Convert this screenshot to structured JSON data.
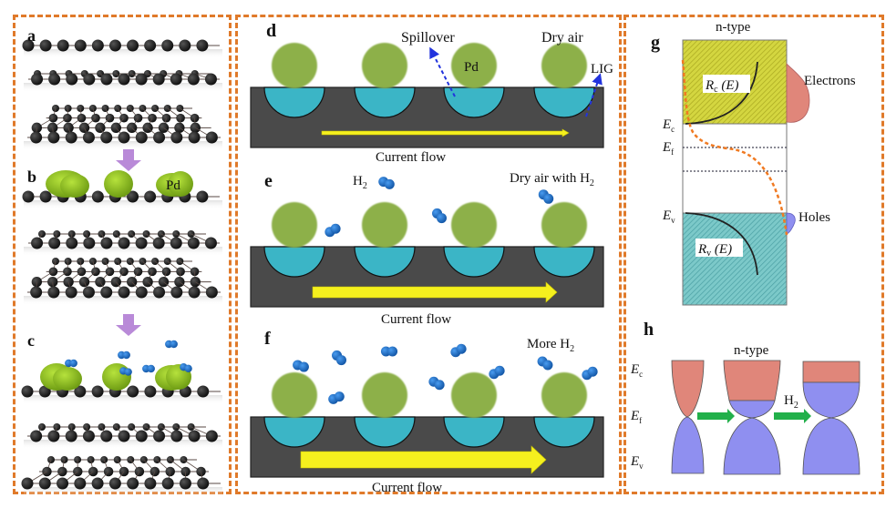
{
  "colors": {
    "frame": "#e07a2a",
    "pd": "#8db04a",
    "pd_3d": "#92c42a",
    "lig": "#4a4a4a",
    "pocket": "#3bb5c6",
    "current_arrow": "#f5f01e",
    "h2": "#1f6fc4",
    "spillover_arrow": "#2233dd",
    "step_arrow": "#b98ad8",
    "conduction": "#e0867a",
    "valence": "#8f8ff0",
    "conduction_hatch": "#c7c82a",
    "valence_hatch": "#5fb8b8",
    "h_arrow": "#22b04a",
    "carbon": "#1e1e1e"
  },
  "panel_abc": {
    "labels": {
      "a": "a",
      "b": "b",
      "c": "c"
    },
    "pd_label": "Pd"
  },
  "panel_d": {
    "label": "d",
    "spillover": "Spillover",
    "dry_air": "Dry air",
    "pd": "Pd",
    "lig": "LIG",
    "current_flow": "Current flow"
  },
  "panel_e": {
    "label": "e",
    "h2": "H",
    "h2_sub": "2",
    "dry_air_with": "Dry air with H",
    "dry_air_with_sub": "2",
    "current_flow": "Current flow"
  },
  "panel_f": {
    "label": "f",
    "more": "More H",
    "more_sub": "2",
    "current_flow": "Current flow"
  },
  "panel_g": {
    "label": "g",
    "title": "n-type",
    "rc": "R",
    "rc_sub": "c",
    "rc_arg": " (E)",
    "rv": "R",
    "rv_sub": "v",
    "rv_arg": " (E)",
    "electrons": "Electrons",
    "holes": "Holes",
    "ec": "E",
    "ec_sub": "c",
    "ef": "E",
    "ef_sub": "f",
    "ev": "E",
    "ev_sub": "v"
  },
  "panel_h": {
    "label": "h",
    "title": "n-type",
    "h2": "H",
    "h2_sub": "2",
    "ec": "E",
    "ec_sub": "c",
    "ef": "E",
    "ef_sub": "f",
    "ev": "E",
    "ev_sub": "v"
  }
}
